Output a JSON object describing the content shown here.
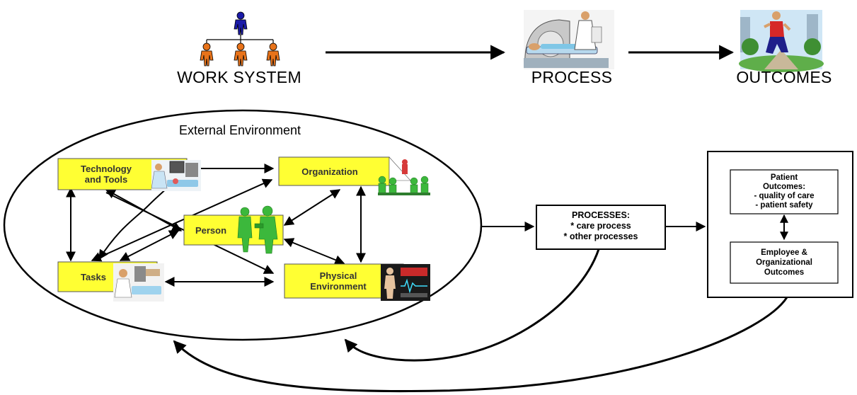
{
  "top_row": {
    "work_system_label": "WORK SYSTEM",
    "process_label": "PROCESS",
    "outcomes_label": "OUTCOMES"
  },
  "model": {
    "environment_label": "External Environment",
    "components": {
      "technology_line1": "Technology",
      "technology_line2": "and Tools",
      "organization": "Organization",
      "person": "Person",
      "tasks": "Tasks",
      "physical_line1": "Physical",
      "physical_line2": "Environment"
    },
    "processes": {
      "title": "PROCESSES:",
      "item1": "* care process",
      "item2": "* other processes"
    },
    "outcomes": {
      "patient_line1": "Patient",
      "patient_line2": "Outcomes:",
      "patient_line3": "- quality of care",
      "patient_line4": "- patient safety",
      "employee_line1": "Employee &",
      "employee_line2": "Organizational",
      "employee_line3": "Outcomes"
    }
  },
  "colors": {
    "component_fill": "#ffff33",
    "person_blue": "#1a1aa8",
    "person_orange": "#e8731a",
    "staff_green": "#3cb83c"
  },
  "icons": [
    "person-hierarchy-icon",
    "mri-scan-clipart-icon",
    "jogger-clipart-icon",
    "monitor-clipart-icon",
    "team-clipart-icon",
    "surgeons-clipart-icon",
    "nurse-clipart-icon",
    "body-chart-clipart-icon"
  ]
}
